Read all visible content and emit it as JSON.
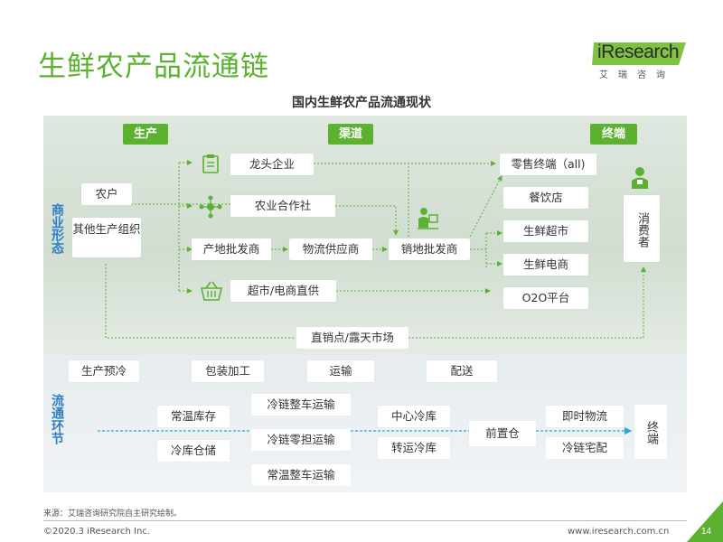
{
  "slide": {
    "title": "生鲜农产品流通链",
    "subtitle": "国内生鲜农产品流通现状",
    "logo": {
      "brand": "iResearch",
      "cn": "艾瑞咨询"
    },
    "source": "来源：艾瑞咨询研究院自主研究绘制。",
    "copyright": "©2020.3 iResearch Inc.",
    "website": "www.iresearch.com.cn",
    "page": "14"
  },
  "sections": {
    "business_label": "商业形态",
    "circulation_label": "流通环节"
  },
  "headers": {
    "production": "生产",
    "channel": "渠道",
    "terminal": "终端"
  },
  "business": {
    "producers": [
      "农户",
      "其他生产组织"
    ],
    "channel_top": [
      "龙头企业",
      "农业合作社"
    ],
    "channel_middle": [
      "产地批发商",
      "物流供应商",
      "销地批发商"
    ],
    "channel_bottom": "超市/电商直供",
    "direct": "直销点/露天市场",
    "retail": [
      "零售终端（all)",
      "餐饮店",
      "生鲜超市",
      "生鲜电商",
      "O2O平台"
    ],
    "consumer": "消费者"
  },
  "circulation": {
    "top_row": [
      "生产预冷",
      "包装加工",
      "运输",
      "配送"
    ],
    "storage": [
      "常温库存",
      "冷库仓储"
    ],
    "transport": [
      "冷链整车运输",
      "冷链零担运输",
      "常温整车运输"
    ],
    "warehouses": [
      "中心冷库",
      "转运冷库"
    ],
    "front": "前置仓",
    "delivery": [
      "即时物流",
      "冷链宅配"
    ],
    "terminal": "终端"
  },
  "icons": {
    "clipboard": "clipboard-icon",
    "network": "network-icon",
    "worker": "worker-at-desk-icon",
    "basket": "shopping-basket-icon",
    "person": "person-icon"
  },
  "colors": {
    "accent": "#5cb130",
    "label_blue": "#2f7ec4",
    "arrow_blue": "#29a8e0"
  }
}
